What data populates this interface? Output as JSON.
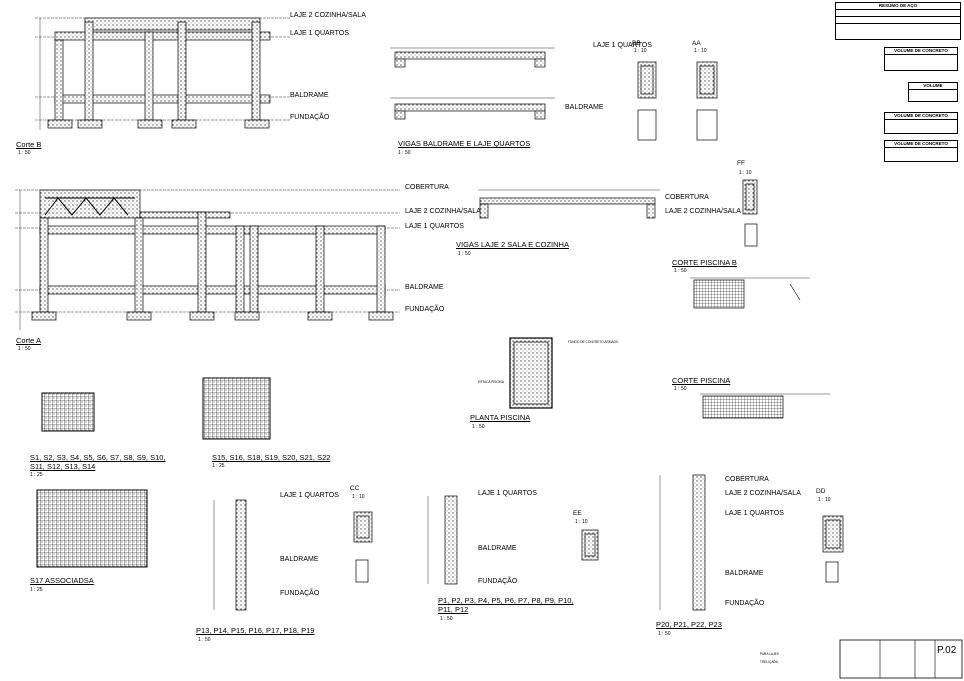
{
  "elevations": {
    "cobertura": "COBERTURA",
    "laje_cozinha": "LAJE 2 COZINHA/SALA",
    "laje_quartos": "LAJE 1 QUARTOS",
    "baldrame": "BALDRAME",
    "fundacao": "FUNDAÇÃO"
  },
  "views": {
    "corte_b": {
      "title": "Corte B",
      "scale": "1 : 50"
    },
    "corte_a": {
      "title": "Corte A",
      "scale": "1 : 50"
    },
    "vigas_baldrame": {
      "title": "VIGAS BALDRAME E LAJE QUARTOS",
      "scale": "1 : 50"
    },
    "vigas_laje2": {
      "title": "VIGAS LAJE 2 SALA E COZINHA",
      "scale": "1 : 50"
    },
    "planta_piscina": {
      "title": "PLANTA PISCINA",
      "scale": "1 : 50"
    },
    "corte_piscina_b": {
      "title": "CORTE PISCINA B",
      "scale": "1 : 50"
    },
    "corte_piscina": {
      "title": "CORTE PISCINA",
      "scale": "1 : 50"
    },
    "s1": {
      "title": "S1, S2, S3, S4, S5, S6, S7, S8, S9, S10, S11, S12, S13, S14",
      "scale": "1 : 25"
    },
    "s15": {
      "title": "S15, S16, S18, S19, S20, S21, S22",
      "scale": "1 : 25"
    },
    "s17": {
      "title": "S17 ASSOCIADSA",
      "scale": "1 : 25"
    },
    "p13": {
      "title": "P13, P14, P15, P16, P17, P18, P19",
      "scale": "1 : 50"
    },
    "p1": {
      "title": "P1, P2, P3, P4, P5, P6, P7, P8, P9, P10, P11, P12",
      "scale": "1 : 50"
    },
    "p20": {
      "title": "P20, P21, P22, P23",
      "scale": "1 : 50"
    }
  },
  "sections": {
    "bb": {
      "label": "BB",
      "scale": "1 : 10"
    },
    "aa": {
      "label": "AA",
      "scale": "1 : 10"
    },
    "ff": {
      "label": "FF",
      "scale": "1 : 10"
    },
    "cc": {
      "label": "CC",
      "scale": "1 : 10"
    },
    "ee": {
      "label": "EE",
      "scale": "1 : 10"
    },
    "dd": {
      "label": "DD",
      "scale": "1 : 10"
    }
  },
  "tables": {
    "resumo": "RESUMO DE AÇO",
    "volume": "VOLUME DE CONCRETO",
    "volume_short": "VOLUME"
  },
  "piscina_notes": {
    "fundo": "FUNDO DE CONCRETO ARMADO",
    "estaca": "ESTACA PISCINA"
  },
  "notes": {
    "para_laje": "PARA LAJES",
    "treliça": "TRELIÇADA"
  },
  "sheet": {
    "number": "P.02"
  }
}
